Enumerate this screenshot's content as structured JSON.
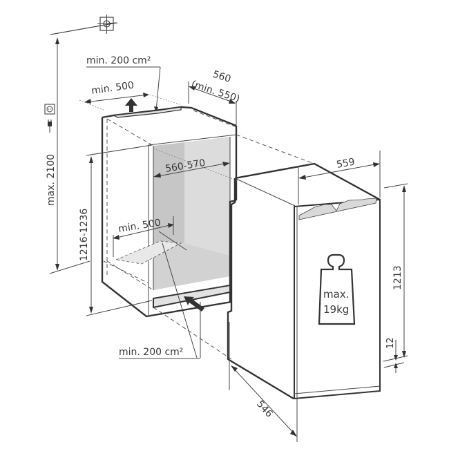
{
  "diagram": {
    "title": "Built-in refrigerator installation dimensions",
    "units": "mm",
    "colors": {
      "line": "#333333",
      "niche_interior": "#d6d6d6",
      "niche_interior_dark": "#c4c4c4",
      "vent": "#e2e2e2",
      "background": "#ffffff"
    },
    "icons": {
      "ceiling_marker": "crosshair-target-icon",
      "socket": "power-socket-icon",
      "plug": "power-plug-icon",
      "weight": "weight-icon",
      "airflow_out": "arrow-up-icon",
      "airflow_in": "arrow-diagonal-icon"
    },
    "labels": {
      "top_vent_area": "min. 200 cm²",
      "top_vent_depth": "min. 500",
      "niche_depth": "560",
      "niche_depth_min": "(min. 550)",
      "niche_width": "560-570",
      "max_socket_height": "max. 2100",
      "niche_height": "1216-1236",
      "bottom_vent_depth": "min. 500",
      "bottom_vent_area": "min. 200 cm²",
      "appliance_width": "559",
      "appliance_height": "1213",
      "plinth_gap": "12",
      "appliance_depth": "546",
      "door_weight_line1": "max.",
      "door_weight_line2": "19kg"
    }
  }
}
